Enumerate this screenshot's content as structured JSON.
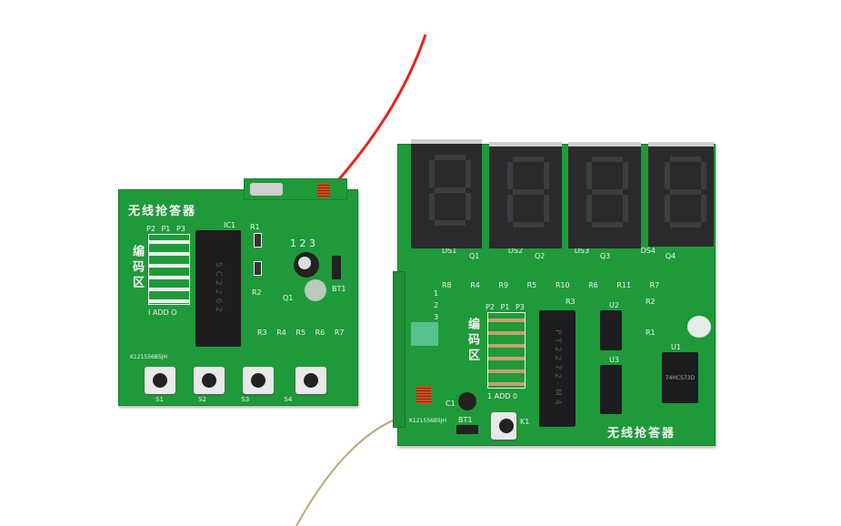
{
  "colors": {
    "pcb": "#1f9a3a",
    "wire": "#e4261a",
    "antenna": "#b8a878"
  },
  "left_board": {
    "title": "无线抢答器",
    "jumper_header": [
      "P2",
      "P1",
      "P3"
    ],
    "code_area": "编码区",
    "add_label": "I ADD O",
    "ic_label": "SC2262",
    "ic_ref": "IC1",
    "pins": "1 2 3",
    "resistors": [
      "R1",
      "R2",
      "R3",
      "R4",
      "R5",
      "R6",
      "R7"
    ],
    "transistor": "Q1",
    "battery": "BT1",
    "serial": "K121556B5JH",
    "buttons": [
      "S1",
      "S2",
      "S3",
      "S4"
    ]
  },
  "right_board": {
    "title": "无线抢答器",
    "displays": [
      "DS1",
      "DS2",
      "DS3",
      "DS4"
    ],
    "transistors": [
      "Q1",
      "Q2",
      "Q3",
      "Q4"
    ],
    "resistors_top": [
      "R8",
      "R4",
      "R9",
      "R5",
      "R10",
      "R6",
      "R11",
      "R7"
    ],
    "r3": "R3",
    "r2": "R2",
    "r1": "R1",
    "jumper_header": [
      "P2",
      "P1",
      "P3"
    ],
    "code_area": "编码区",
    "add_label": "1 ADD 0",
    "decoder_label": "PT2272-M4",
    "u1_label": "74HC573D",
    "refs": {
      "u1": "U1",
      "u2": "U2",
      "u3": "U3",
      "k1": "K1",
      "bt1": "BT1",
      "c1": "C1"
    },
    "module_pins": [
      "1",
      "2",
      "3"
    ],
    "serial": "K121556B5JH"
  }
}
